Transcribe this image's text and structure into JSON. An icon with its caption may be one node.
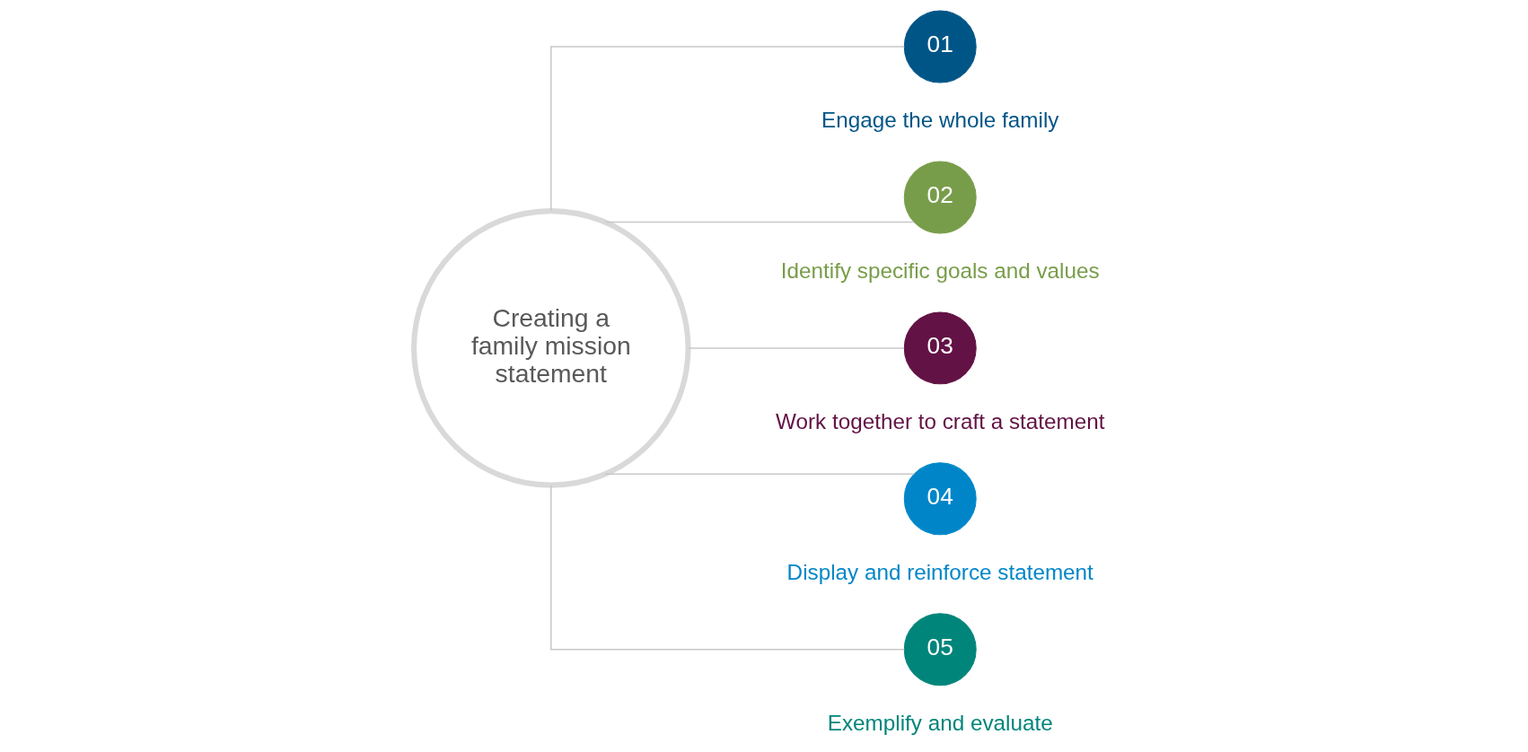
{
  "diagram": {
    "nodes": [
      {
        "text": [
          "Creating a family mission statement"
        ]
      },
      {
        "text": [
          "01"
        ],
        "beside": [
          "Engage the whole family"
        ]
      },
      {
        "text": [
          "02"
        ],
        "beside": [
          "Identify specific goals and values"
        ]
      },
      {
        "text": [
          "03"
        ],
        "beside": [
          "Work together to craft a statement"
        ]
      },
      {
        "text": [
          "04"
        ],
        "beside": [
          "Display and reinforce statement"
        ]
      },
      {
        "text": [
          "05"
        ],
        "beside": [
          "Exemplify and evaluate"
        ]
      }
    ],
    "edges": [
      {
        "from": 0,
        "to": 1,
        "arrow": "none"
      },
      {
        "from": 0,
        "to": 2,
        "arrow": "none"
      },
      {
        "from": 0,
        "to": 3,
        "arrow": "none"
      },
      {
        "from": 0,
        "to": 4,
        "arrow": "none"
      },
      {
        "from": 0,
        "to": 5,
        "arrow": "none"
      }
    ]
  }
}
